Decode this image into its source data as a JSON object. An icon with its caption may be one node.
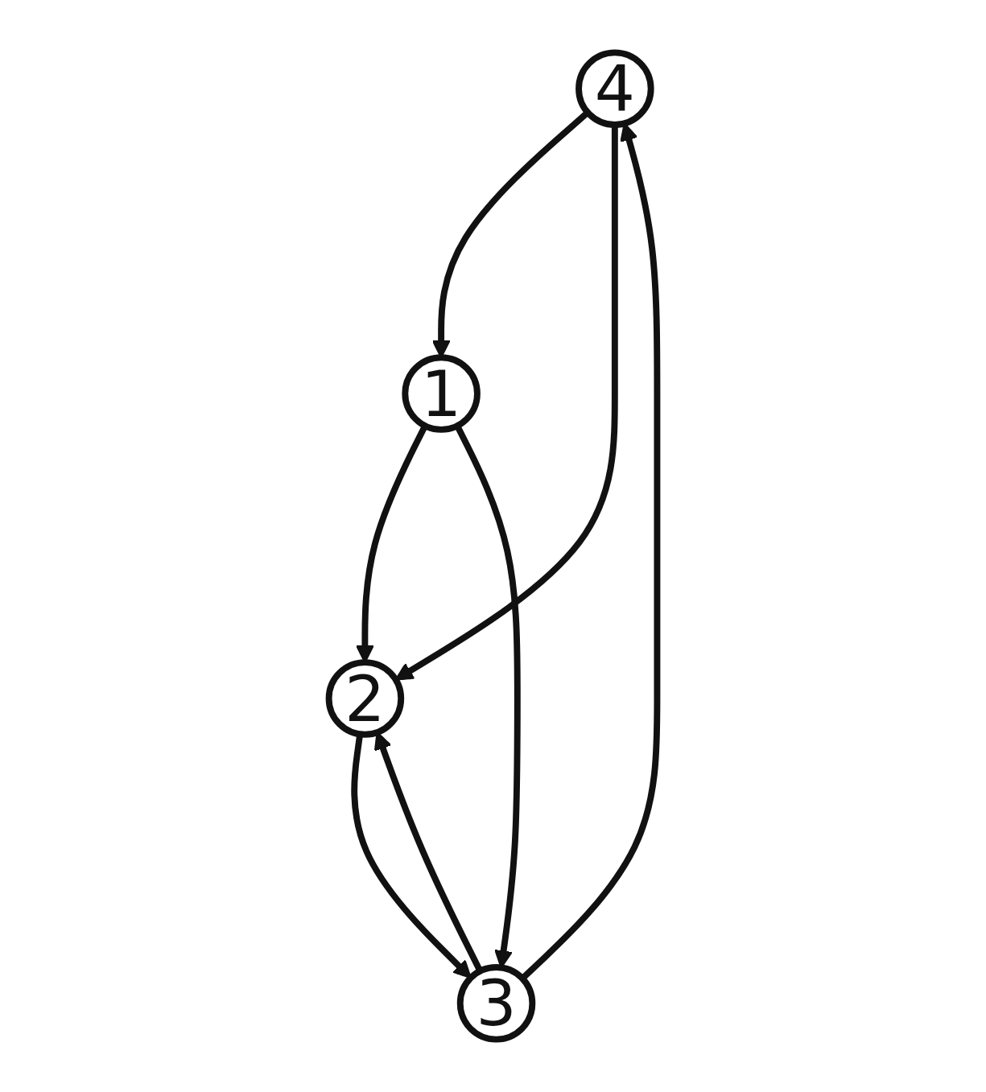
{
  "diagram": {
    "nodes": [
      {
        "text": [
          "4"
        ]
      },
      {
        "text": [
          "3"
        ]
      },
      {
        "text": [
          "1"
        ]
      },
      {
        "text": [
          "2"
        ]
      }
    ],
    "edges": [
      {
        "from": 1,
        "to": 0,
        "arrow": "to"
      },
      {
        "from": 0,
        "to": 2,
        "arrow": "to"
      },
      {
        "from": 0,
        "to": 3,
        "arrow": "to"
      },
      {
        "from": 1,
        "to": 3,
        "arrow": "to"
      },
      {
        "from": 3,
        "to": 1,
        "arrow": "to"
      },
      {
        "from": 2,
        "to": 3,
        "arrow": "to"
      },
      {
        "from": 2,
        "to": 1,
        "arrow": "to"
      }
    ]
  }
}
